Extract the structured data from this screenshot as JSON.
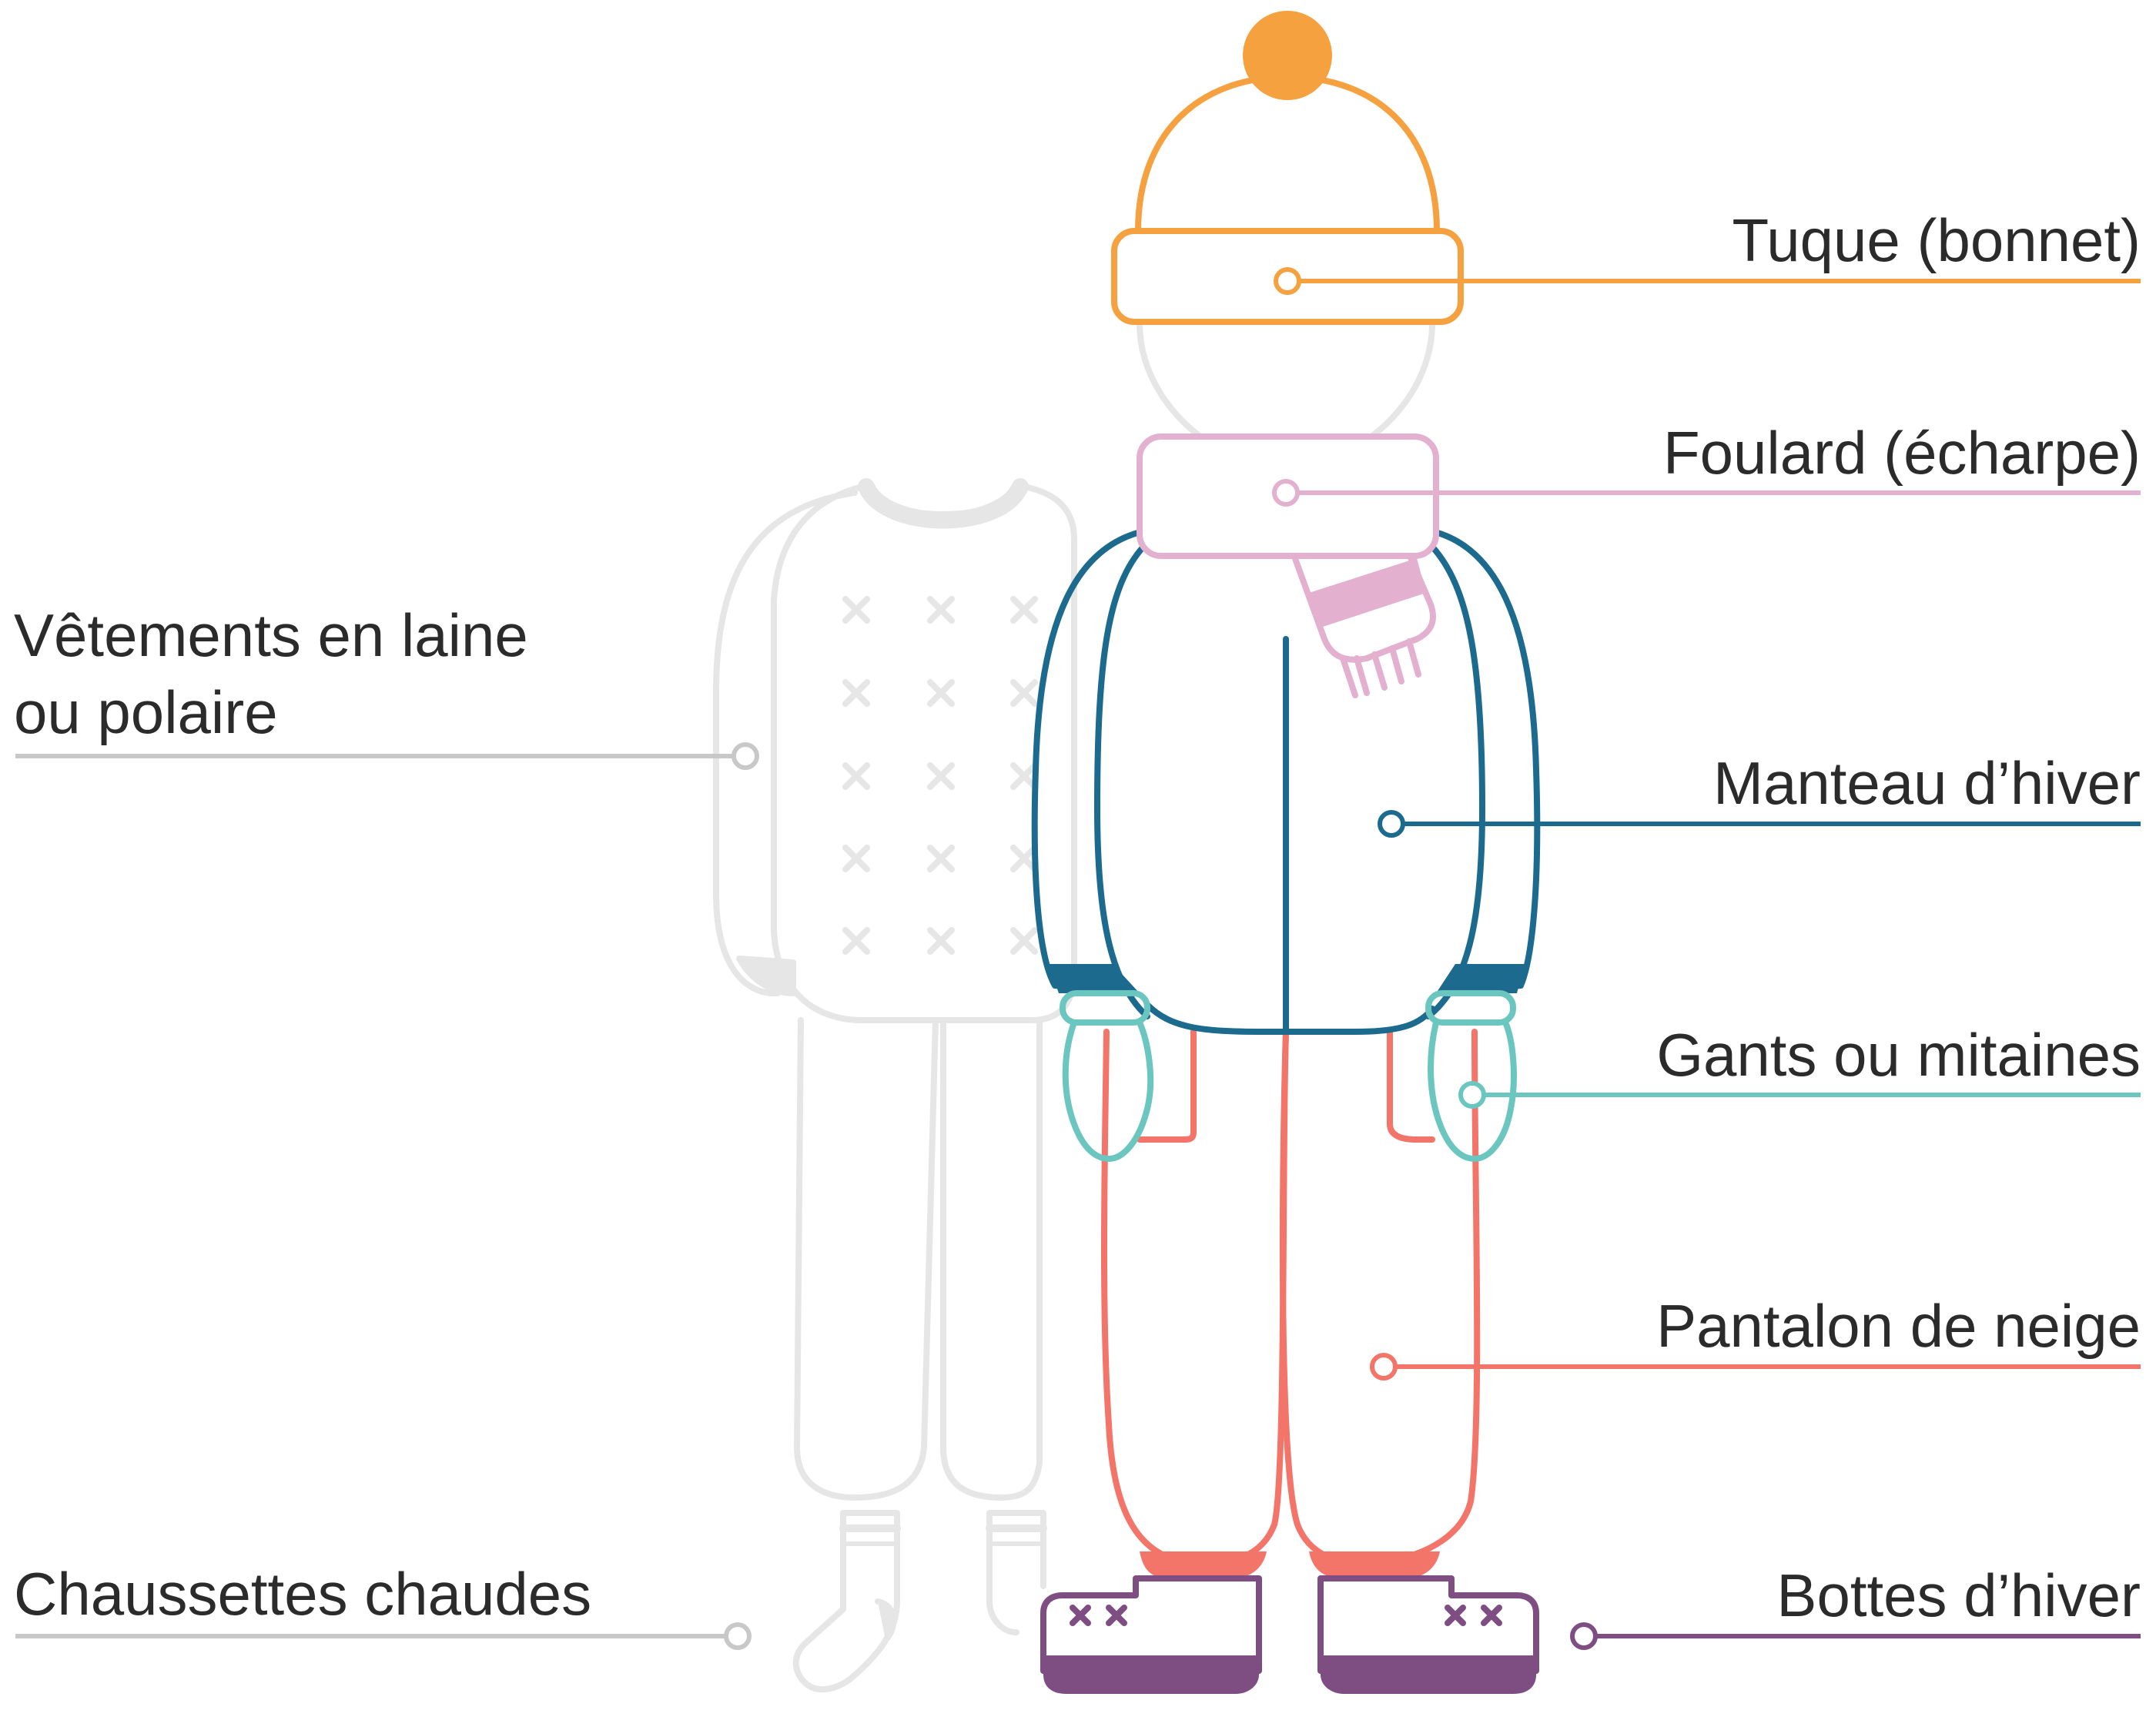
{
  "labels": {
    "hat": "Tuque (bonnet)",
    "scarf": "Foulard (écharpe)",
    "coat": "Manteau d’hiver",
    "mittens": "Gants ou mitaines",
    "pants": "Pantalon de neige",
    "boots": "Bottes d’hiver",
    "wool_line1": "Vêtements en laine",
    "wool_line2": "ou polaire",
    "socks": "Chaussettes chaudes"
  },
  "colors": {
    "hat": "#F5A140",
    "scarf": "#E3B0CF",
    "coat": "#1C6B8F",
    "mittens": "#6CC6C0",
    "pants": "#F37469",
    "boots": "#7E4E82",
    "grey": "#C8C8C8",
    "grey_light": "#E6E6E6",
    "text": "#2B2B2B"
  },
  "icons": [
    "pompom-icon",
    "cross-pattern-icon",
    "boot-cross-icon",
    "sock-icon"
  ]
}
